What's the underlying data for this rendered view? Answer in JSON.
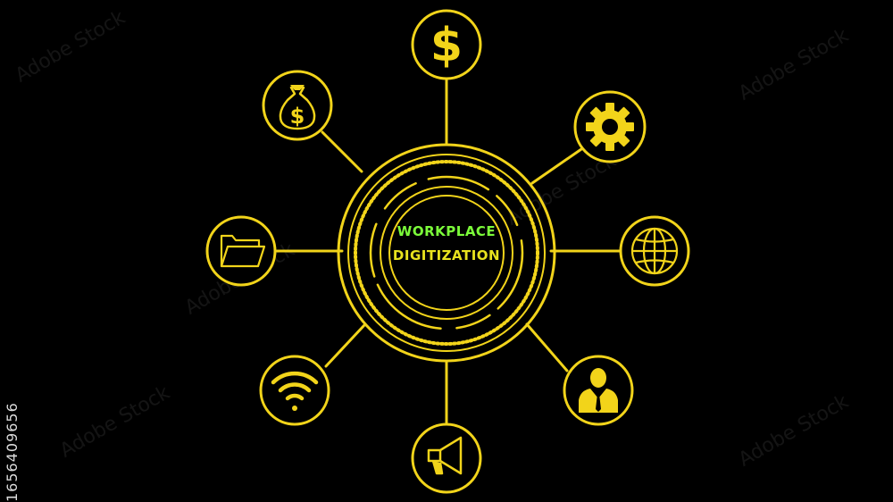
{
  "hub": {
    "line1": "WORKPLACE",
    "line2": "DIGITIZATION",
    "line1_color": "#7CFC3A",
    "line2_color": "#E8E21E"
  },
  "colors": {
    "background": "#000000",
    "accent": "#F2D41A"
  },
  "nodes": [
    {
      "id": "dollar",
      "icon": "dollar-sign-icon"
    },
    {
      "id": "settings",
      "icon": "gear-icon"
    },
    {
      "id": "globe",
      "icon": "globe-icon"
    },
    {
      "id": "person",
      "icon": "businessman-icon"
    },
    {
      "id": "megaphone",
      "icon": "megaphone-icon"
    },
    {
      "id": "wifi",
      "icon": "wifi-icon"
    },
    {
      "id": "folder",
      "icon": "folder-icon"
    },
    {
      "id": "money-bag",
      "icon": "money-bag-icon"
    }
  ],
  "side_id": "1656409656",
  "watermark_text": "Adobe Stock"
}
